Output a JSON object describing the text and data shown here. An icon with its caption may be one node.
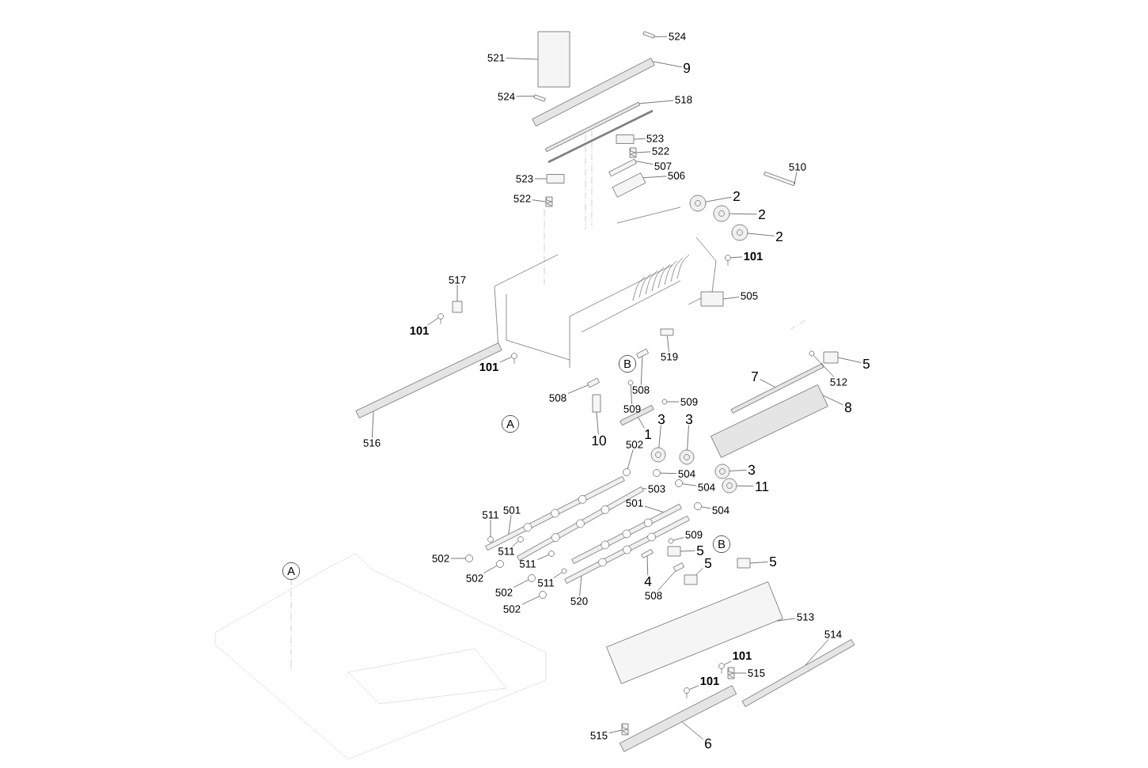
{
  "diagram": {
    "nodes": [
      {
        "text": [
          "521"
        ]
      },
      {
        "text": [
          "524"
        ]
      },
      {
        "text": [
          "9"
        ]
      },
      {
        "text": [
          "524"
        ]
      },
      {
        "text": [
          "518"
        ]
      },
      {
        "text": [
          "523"
        ]
      },
      {
        "text": [
          "522"
        ]
      },
      {
        "text": [
          "507"
        ]
      },
      {
        "text": [
          "506"
        ]
      },
      {
        "text": [
          "523"
        ]
      },
      {
        "text": [
          "522"
        ]
      },
      {
        "text": [
          "510"
        ]
      },
      {
        "text": [
          "2"
        ]
      },
      {
        "text": [
          "2"
        ]
      },
      {
        "text": [
          "2"
        ]
      },
      {
        "text": [
          "101"
        ]
      },
      {
        "text": [
          "517"
        ]
      },
      {
        "text": [
          "505"
        ]
      },
      {
        "text": [
          "101"
        ]
      },
      {
        "text": [
          "519"
        ]
      },
      {
        "text": [
          "101"
        ]
      },
      {
        "text": [
          "5"
        ]
      },
      {
        "text": [
          "512"
        ]
      },
      {
        "text": [
          "508"
        ]
      },
      {
        "text": [
          "508"
        ]
      },
      {
        "text": [
          "7"
        ]
      },
      {
        "text": [
          "509"
        ]
      },
      {
        "text": [
          "509"
        ]
      },
      {
        "text": [
          "8"
        ]
      },
      {
        "text": [
          "1"
        ]
      },
      {
        "text": [
          "10"
        ]
      },
      {
        "text": [
          "3"
        ]
      },
      {
        "text": [
          "3"
        ]
      },
      {
        "text": [
          "502"
        ]
      },
      {
        "text": [
          "504"
        ]
      },
      {
        "text": [
          "3"
        ]
      },
      {
        "text": [
          "503"
        ]
      },
      {
        "text": [
          "504"
        ]
      },
      {
        "text": [
          "11"
        ]
      },
      {
        "text": [
          "501"
        ]
      },
      {
        "text": [
          "501"
        ]
      },
      {
        "text": [
          "504"
        ]
      },
      {
        "text": [
          "511"
        ]
      },
      {
        "text": [
          "509"
        ]
      },
      {
        "text": [
          "502"
        ]
      },
      {
        "text": [
          "511"
        ]
      },
      {
        "text": [
          "5"
        ]
      },
      {
        "text": [
          "511"
        ]
      },
      {
        "text": [
          "5"
        ]
      },
      {
        "text": [
          "5"
        ]
      },
      {
        "text": [
          "4"
        ]
      },
      {
        "text": [
          "508"
        ]
      },
      {
        "text": [
          "502"
        ]
      },
      {
        "text": [
          "511"
        ]
      },
      {
        "text": [
          "502"
        ]
      },
      {
        "text": [
          "520"
        ]
      },
      {
        "text": [
          "502"
        ]
      },
      {
        "text": [
          "513"
        ]
      },
      {
        "text": [
          "514"
        ]
      },
      {
        "text": [
          "101"
        ]
      },
      {
        "text": [
          "515"
        ]
      },
      {
        "text": [
          "101"
        ]
      },
      {
        "text": [
          "6"
        ]
      },
      {
        "text": [
          "515"
        ]
      },
      {
        "text": [
          "516"
        ]
      },
      {
        "text": [],
        "shape": "box"
      },
      {
        "text": [],
        "shape": "box"
      },
      {
        "text": [],
        "shape": "bar"
      },
      {
        "text": [],
        "shape": "box"
      },
      {
        "text": [],
        "shape": "bar"
      },
      {
        "text": [],
        "shape": "box"
      },
      {
        "text": [],
        "shape": "picture"
      },
      {
        "text": [],
        "shape": "box"
      },
      {
        "text": [],
        "shape": "box"
      },
      {
        "text": [],
        "shape": "box"
      },
      {
        "text": [],
        "shape": "picture"
      },
      {
        "text": [],
        "shape": "box"
      },
      {
        "text": [],
        "shape": "picture"
      },
      {
        "text": [],
        "shape": "picture"
      },
      {
        "text": [],
        "shape": "picture"
      },
      {
        "text": [],
        "shape": "circle"
      },
      {
        "text": [],
        "shape": "box"
      },
      {
        "text": [],
        "shape": "box"
      },
      {
        "text": [],
        "shape": "circle"
      },
      {
        "text": [],
        "shape": "box"
      },
      {
        "text": [],
        "shape": "circle"
      },
      {
        "text": [],
        "shape": "box"
      },
      {
        "text": [],
        "shape": "circle"
      },
      {
        "text": [],
        "shape": "box"
      },
      {
        "text": [],
        "shape": "box"
      },
      {
        "text": [],
        "shape": "bar"
      },
      {
        "text": [],
        "shape": "circle"
      },
      {
        "text": [],
        "shape": "circle"
      },
      {
        "text": [],
        "shape": "bar"
      },
      {
        "text": [],
        "shape": "bar"
      },
      {
        "text": [],
        "shape": "box"
      },
      {
        "text": [],
        "shape": "picture"
      },
      {
        "text": [],
        "shape": "picture"
      },
      {
        "text": [],
        "shape": "circle"
      },
      {
        "text": [],
        "shape": "circle"
      },
      {
        "text": [],
        "shape": "picture"
      },
      {
        "text": [],
        "shape": "picture"
      },
      {
        "text": [],
        "shape": "circle"
      },
      {
        "text": [],
        "shape": "picture"
      },
      {
        "text": [],
        "shape": "picture"
      },
      {
        "text": [],
        "shape": "picture"
      },
      {
        "text": [],
        "shape": "circle"
      },
      {
        "text": [],
        "shape": "circle"
      },
      {
        "text": [],
        "shape": "circle"
      },
      {
        "text": [],
        "shape": "circle"
      },
      {
        "text": [],
        "shape": "circle"
      },
      {
        "text": [],
        "shape": "box"
      },
      {
        "text": [],
        "shape": "circle"
      },
      {
        "text": [],
        "shape": "box"
      },
      {
        "text": [],
        "shape": "box"
      },
      {
        "text": [],
        "shape": "box"
      },
      {
        "text": [],
        "shape": "box"
      },
      {
        "text": [],
        "shape": "circle"
      },
      {
        "text": [],
        "shape": "circle"
      },
      {
        "text": [],
        "shape": "circle"
      },
      {
        "text": [],
        "shape": "picture"
      },
      {
        "text": [],
        "shape": "circle"
      },
      {
        "text": [],
        "shape": "box"
      },
      {
        "text": [],
        "shape": "bar"
      },
      {
        "text": [],
        "shape": "circle"
      },
      {
        "text": [],
        "shape": "picture"
      },
      {
        "text": [],
        "shape": "circle"
      },
      {
        "text": [],
        "shape": "bar"
      },
      {
        "text": [],
        "shape": "picture"
      },
      {
        "text": [],
        "shape": "bar"
      }
    ],
    "edges": [
      {
        "from": 0,
        "to": 65,
        "arrow": "none"
      },
      {
        "from": 1,
        "to": 66,
        "arrow": "none"
      },
      {
        "from": 2,
        "to": 67,
        "arrow": "none"
      },
      {
        "from": 3,
        "to": 68,
        "arrow": "none"
      },
      {
        "from": 4,
        "to": 69,
        "arrow": "none"
      },
      {
        "from": 5,
        "to": 70,
        "arrow": "none"
      },
      {
        "from": 6,
        "to": 71,
        "arrow": "none"
      },
      {
        "from": 7,
        "to": 72,
        "arrow": "none"
      },
      {
        "from": 8,
        "to": 73,
        "arrow": "none"
      },
      {
        "from": 9,
        "to": 74,
        "arrow": "none"
      },
      {
        "from": 10,
        "to": 75,
        "arrow": "none"
      },
      {
        "from": 11,
        "to": 76,
        "arrow": "none"
      },
      {
        "from": 12,
        "to": 77,
        "arrow": "none"
      },
      {
        "from": 13,
        "to": 78,
        "arrow": "none"
      },
      {
        "from": 14,
        "to": 79,
        "arrow": "none"
      },
      {
        "from": 15,
        "to": 80,
        "arrow": "none"
      },
      {
        "from": 16,
        "to": 81,
        "arrow": "none"
      },
      {
        "from": 17,
        "to": 82,
        "arrow": "none"
      },
      {
        "from": 18,
        "to": 83,
        "arrow": "none"
      },
      {
        "from": 19,
        "to": 84,
        "arrow": "none"
      },
      {
        "from": 20,
        "to": 85,
        "arrow": "none"
      },
      {
        "from": 21,
        "to": 86,
        "arrow": "none"
      },
      {
        "from": 22,
        "to": 87,
        "arrow": "none"
      },
      {
        "from": 23,
        "to": 88,
        "arrow": "none"
      },
      {
        "from": 24,
        "to": 89,
        "arrow": "none"
      },
      {
        "from": 25,
        "to": 90,
        "arrow": "none"
      },
      {
        "from": 26,
        "to": 91,
        "arrow": "none"
      },
      {
        "from": 27,
        "to": 92,
        "arrow": "none"
      },
      {
        "from": 28,
        "to": 93,
        "arrow": "none"
      },
      {
        "from": 29,
        "to": 94,
        "arrow": "none"
      },
      {
        "from": 30,
        "to": 95,
        "arrow": "none"
      },
      {
        "from": 31,
        "to": 96,
        "arrow": "none"
      },
      {
        "from": 32,
        "to": 97,
        "arrow": "none"
      },
      {
        "from": 33,
        "to": 98,
        "arrow": "none"
      },
      {
        "from": 34,
        "to": 99,
        "arrow": "none"
      },
      {
        "from": 35,
        "to": 100,
        "arrow": "none"
      },
      {
        "from": 36,
        "to": 101,
        "arrow": "none"
      },
      {
        "from": 37,
        "to": 102,
        "arrow": "none"
      },
      {
        "from": 38,
        "to": 103,
        "arrow": "none"
      },
      {
        "from": 39,
        "to": 104,
        "arrow": "none"
      },
      {
        "from": 40,
        "to": 105,
        "arrow": "none"
      },
      {
        "from": 41,
        "to": 106,
        "arrow": "none"
      },
      {
        "from": 42,
        "to": 107,
        "arrow": "none"
      },
      {
        "from": 43,
        "to": 108,
        "arrow": "none"
      },
      {
        "from": 44,
        "to": 109,
        "arrow": "none"
      },
      {
        "from": 45,
        "to": 110,
        "arrow": "none"
      },
      {
        "from": 46,
        "to": 111,
        "arrow": "none"
      },
      {
        "from": 47,
        "to": 112,
        "arrow": "none"
      },
      {
        "from": 48,
        "to": 113,
        "arrow": "none"
      },
      {
        "from": 49,
        "to": 114,
        "arrow": "none"
      },
      {
        "from": 50,
        "to": 115,
        "arrow": "none"
      },
      {
        "from": 51,
        "to": 116,
        "arrow": "none"
      },
      {
        "from": 52,
        "to": 117,
        "arrow": "none"
      },
      {
        "from": 53,
        "to": 118,
        "arrow": "none"
      },
      {
        "from": 54,
        "to": 119,
        "arrow": "none"
      },
      {
        "from": 55,
        "to": 120,
        "arrow": "none"
      },
      {
        "from": 56,
        "to": 121,
        "arrow": "none"
      },
      {
        "from": 57,
        "to": 122,
        "arrow": "none"
      },
      {
        "from": 58,
        "to": 123,
        "arrow": "none"
      },
      {
        "from": 59,
        "to": 124,
        "arrow": "none"
      },
      {
        "from": 60,
        "to": 125,
        "arrow": "none"
      },
      {
        "from": 61,
        "to": 126,
        "arrow": "none"
      },
      {
        "from": 62,
        "to": 127,
        "arrow": "none"
      },
      {
        "from": 63,
        "to": 128,
        "arrow": "none"
      },
      {
        "from": 64,
        "to": 129,
        "arrow": "none"
      }
    ],
    "labels": [
      "B",
      "A",
      "B",
      "A"
    ]
  }
}
